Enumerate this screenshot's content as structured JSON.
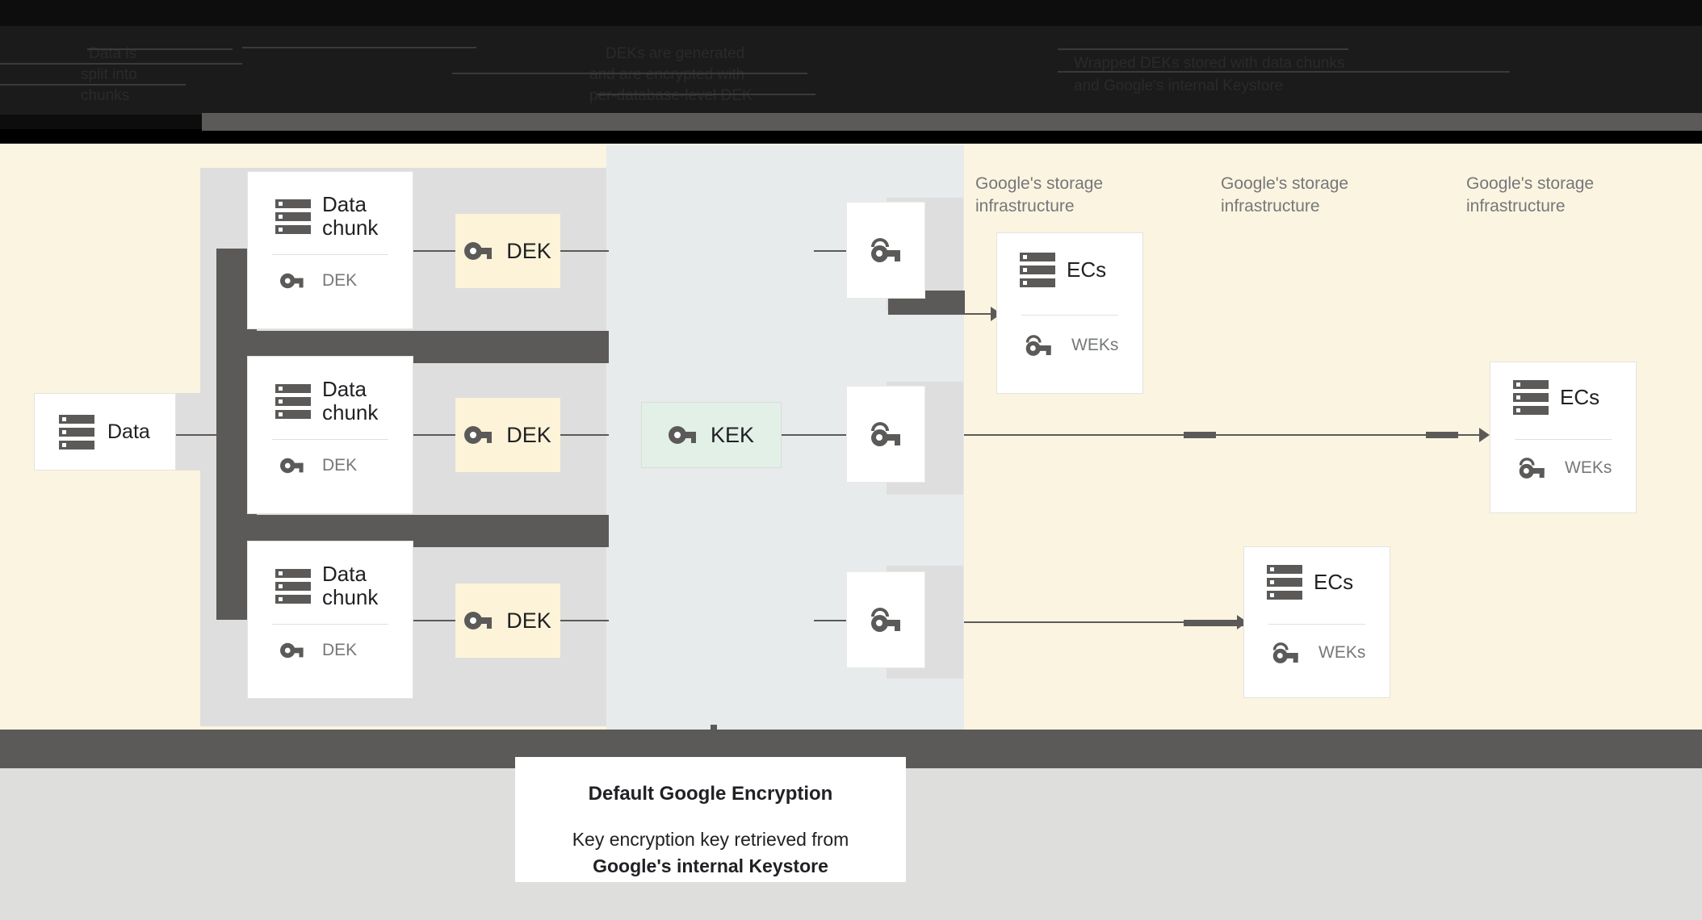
{
  "diagram": {
    "title_band": {
      "obscured": true,
      "fragments": [
        "Data is",
        "split into",
        "chunks",
        "DEKs are generated",
        "and are encrypted with",
        "per-database-level DEK",
        "Wrapped DEKs stored with data chunks",
        "and Google's internal Keystore"
      ]
    },
    "source": {
      "label": "Data",
      "icon": "storage-icon"
    },
    "chunks": [
      {
        "title": "Data\nchunk",
        "key_label": "DEK",
        "icon": "storage-icon",
        "key_icon": "key-icon"
      },
      {
        "title": "Data\nchunk",
        "key_label": "DEK",
        "icon": "storage-icon",
        "key_icon": "key-icon"
      },
      {
        "title": "Data\nchunk",
        "key_label": "DEK",
        "icon": "storage-icon",
        "key_icon": "key-icon"
      }
    ],
    "deks": [
      {
        "label": "DEK",
        "icon": "key-icon"
      },
      {
        "label": "DEK",
        "icon": "key-icon"
      },
      {
        "label": "DEK",
        "icon": "key-icon"
      }
    ],
    "kek": {
      "label": "KEK",
      "icon": "key-icon"
    },
    "wrapped_keys": [
      {
        "icon": "wrapped-key-icon"
      },
      {
        "icon": "wrapped-key-icon"
      },
      {
        "icon": "wrapped-key-icon"
      }
    ],
    "storage_captions": [
      "Google's storage\ninfrastructure",
      "Google's storage\ninfrastructure",
      "Google's storage\ninfrastructure"
    ],
    "ec_boxes": [
      {
        "title": "ECs",
        "key_label": "WEKs",
        "icon": "storage-icon",
        "key_icon": "wrapped-key-icon"
      },
      {
        "title": "ECs",
        "key_label": "WEKs",
        "icon": "storage-icon",
        "key_icon": "wrapped-key-icon"
      },
      {
        "title": "ECs",
        "key_label": "WEKs",
        "icon": "storage-icon",
        "key_icon": "wrapped-key-icon"
      }
    ],
    "legend": {
      "heading": "Default Google Encryption",
      "body_plain": "Key encryption key retrieved from",
      "body_bold": "Google's internal Keystore"
    },
    "colors": {
      "cream": "#fbf4e0",
      "grey_blue": "#e7ebec",
      "lane_grey": "#dedede",
      "dark_grey": "#5b5a58",
      "dek_fill": "#fdf3d8",
      "kek_fill": "#e2f0e8",
      "bottom_grey": "#dededd",
      "icon_grey": "#5b5a58",
      "text_dark": "#202124",
      "text_muted": "#76777a"
    }
  }
}
